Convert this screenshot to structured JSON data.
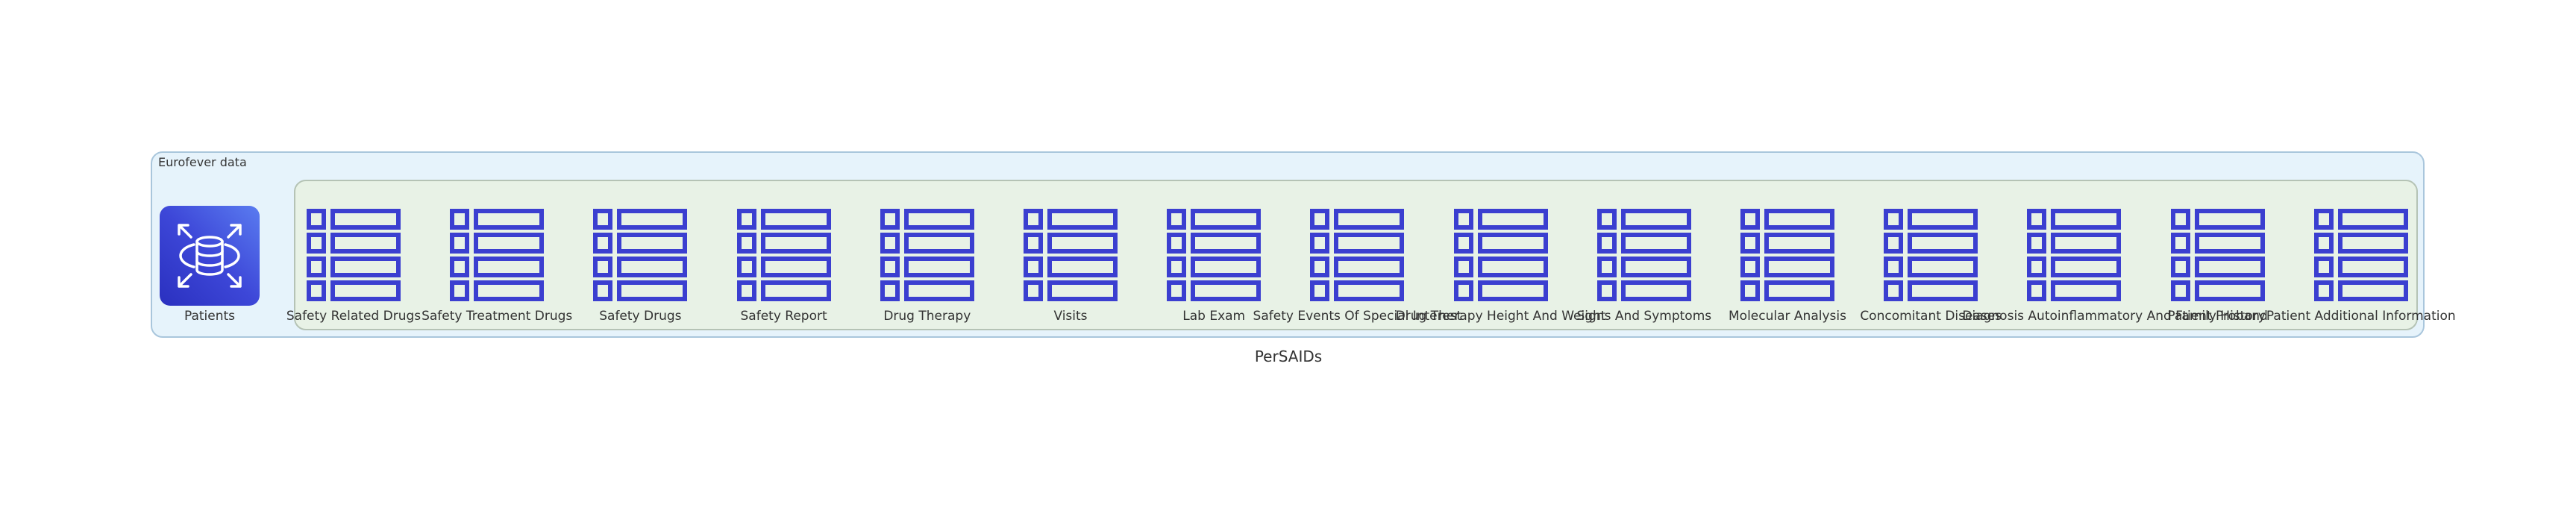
{
  "group": {
    "label": "Eurofever data"
  },
  "patients": {
    "label": "Patients",
    "icon": "database-icon"
  },
  "tables": [
    {
      "label": "Safety Related Drugs",
      "icon": "table-icon"
    },
    {
      "label": "Safety Treatment Drugs",
      "icon": "table-icon"
    },
    {
      "label": "Safety Drugs",
      "icon": "table-icon"
    },
    {
      "label": "Safety Report",
      "icon": "table-icon"
    },
    {
      "label": "Drug Therapy",
      "icon": "table-icon"
    },
    {
      "label": "Visits",
      "icon": "table-icon"
    },
    {
      "label": "Lab Exam",
      "icon": "table-icon"
    },
    {
      "label": "Safety Events Of Special Interest",
      "icon": "table-icon"
    },
    {
      "label": "Drug Therapy Height And Weight",
      "icon": "table-icon"
    },
    {
      "label": "Signs And Symptoms",
      "icon": "table-icon"
    },
    {
      "label": "Molecular Analysis",
      "icon": "table-icon"
    },
    {
      "label": "Concomitant Diseases",
      "icon": "table-icon"
    },
    {
      "label": "Diagnosis Autoinflammatory And Family History",
      "icon": "table-icon"
    },
    {
      "label": "Patient Proband",
      "icon": "table-icon"
    },
    {
      "label": "Patient Additional Information",
      "icon": "table-icon"
    }
  ],
  "caption": "PerSAIDs",
  "colors": {
    "icon": "#3b3fd0",
    "outer_bg": "#e6f3fb",
    "inner_bg": "#e8f2e6"
  }
}
